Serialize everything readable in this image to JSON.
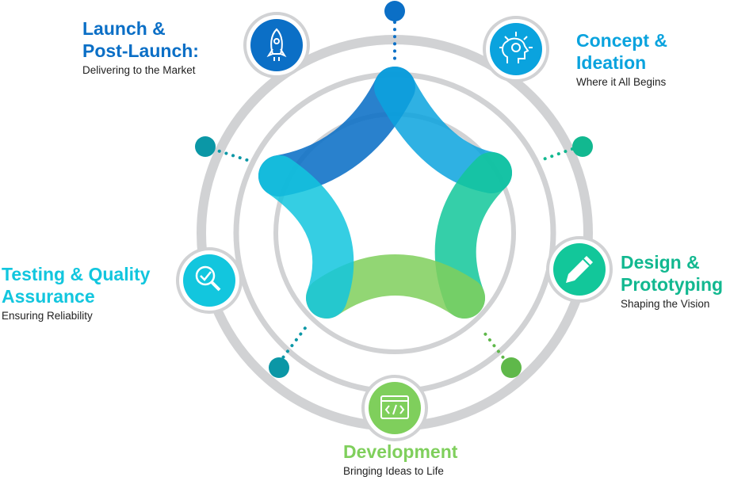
{
  "colors": {
    "ring": "#d1d2d4",
    "launch": "#0b6fc6",
    "concept": "#0aa3de",
    "design": "#12c79a",
    "development": "#7fcf5c",
    "testing": "#12c6de",
    "dot_teal": "#0b97a6",
    "dot_green": "#5fb84a"
  },
  "stages": {
    "launch": {
      "title": "Launch &\nPost-Launch:",
      "subtitle": "Delivering to the Market",
      "icon": "rocket-icon",
      "color": "#0b6fc6"
    },
    "concept": {
      "title": "Concept &\nIdeation",
      "subtitle": "Where it All Begins",
      "icon": "lightbulb-head-icon",
      "color": "#0aa3de"
    },
    "design": {
      "title": "Design &\nPrototyping",
      "subtitle": "Shaping the Vision",
      "icon": "pencil-icon",
      "color": "#12c79a"
    },
    "development": {
      "title": "Development",
      "subtitle": "Bringing Ideas to Life",
      "icon": "code-window-icon",
      "color": "#7fcf5c"
    },
    "testing": {
      "title": "Testing & Quality\nAssurance",
      "subtitle": "Ensuring Reliability",
      "icon": "magnifier-check-icon",
      "color": "#12c6de"
    }
  }
}
